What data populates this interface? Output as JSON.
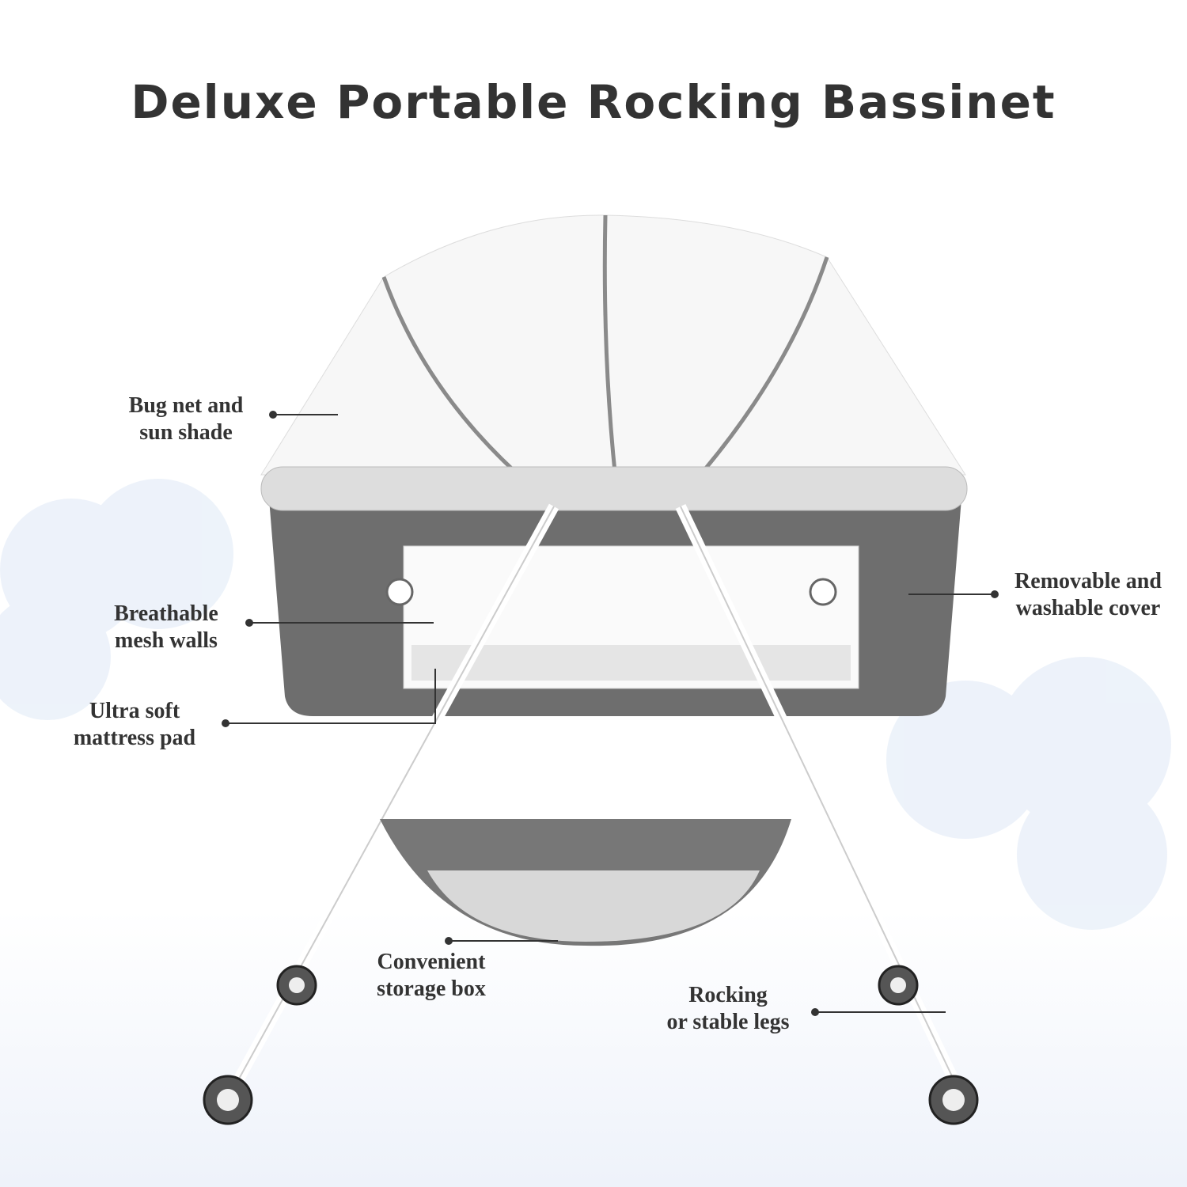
{
  "title": "Deluxe Portable Rocking Bassinet",
  "callouts": {
    "bug_net": [
      "Bug net and",
      "sun shade"
    ],
    "mesh_walls": [
      "Breathable",
      "mesh walls"
    ],
    "mattress": [
      "Ultra soft",
      "mattress pad"
    ],
    "cover": [
      "Removable and",
      "washable cover"
    ],
    "storage": [
      "Convenient",
      "storage box"
    ],
    "legs": [
      "Rocking",
      "or stable legs"
    ]
  },
  "colors": {
    "text": "#333333",
    "fabric": "#6e6e6e",
    "frame": "#ffffff",
    "balloon": "#e6eef8"
  }
}
